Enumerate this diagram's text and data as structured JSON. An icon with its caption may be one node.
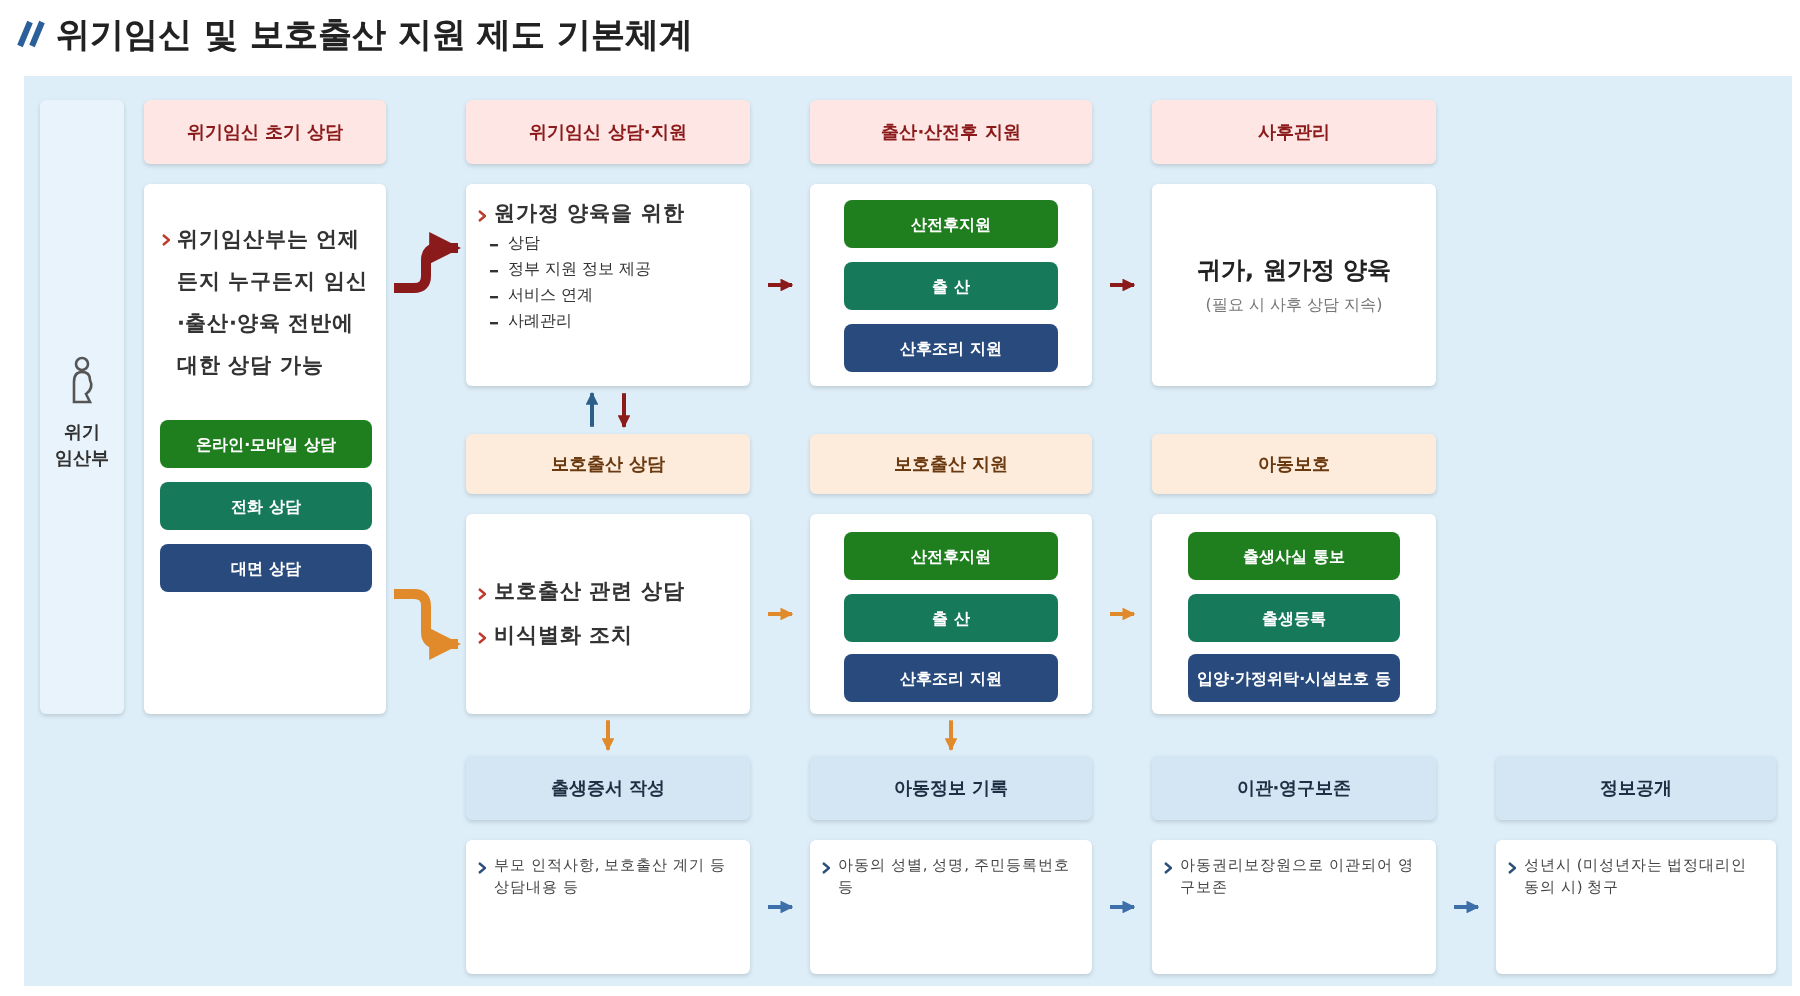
{
  "diagram": {
    "title": "위기임신 및 보호출산 지원 제도 기본체계",
    "nodes": [
      {
        "text": [
          "위기 임산부"
        ]
      },
      {
        "text": [
          "위기임신 초기 상담"
        ]
      },
      {
        "text": [
          "위기임산부는 언제든지 누구든지 임신·출산·양육 전반에 대한 상담 가능"
        ]
      },
      {
        "text": [
          "온라인·모바일 상담"
        ],
        "in": 2
      },
      {
        "text": [
          "전화 상담"
        ],
        "in": 2
      },
      {
        "text": [
          "대면 상담"
        ],
        "in": 2
      },
      {
        "text": [
          "위기임신 상담·지원"
        ]
      },
      {
        "text": [
          "원가정 양육을 위한",
          "상담",
          "정부 지원 정보 제공",
          "서비스 연계",
          "사례관리"
        ]
      },
      {
        "text": [
          "출산·산전후 지원"
        ]
      },
      {
        "text": [],
        "shape": "box"
      },
      {
        "text": [
          "산전후지원"
        ],
        "in": 9
      },
      {
        "text": [
          "출 산"
        ],
        "in": 9
      },
      {
        "text": [
          "산후조리 지원"
        ],
        "in": 9
      },
      {
        "text": [
          "사후관리"
        ]
      },
      {
        "text": [
          "귀가, 원가정 양육",
          "(필요 시 사후 상담 지속)"
        ]
      },
      {
        "text": [
          "보호출산 상담"
        ]
      },
      {
        "text": [
          "보호출산 관련 상담",
          "비식별화 조치"
        ]
      },
      {
        "text": [
          "보호출산 지원"
        ]
      },
      {
        "text": [],
        "shape": "box"
      },
      {
        "text": [
          "산전후지원"
        ],
        "in": 18
      },
      {
        "text": [
          "출 산"
        ],
        "in": 18
      },
      {
        "text": [
          "산후조리 지원"
        ],
        "in": 18
      },
      {
        "text": [
          "아동보호"
        ]
      },
      {
        "text": [],
        "shape": "box"
      },
      {
        "text": [
          "출생사실 통보"
        ],
        "in": 23
      },
      {
        "text": [
          "출생등록"
        ],
        "in": 23
      },
      {
        "text": [
          "입양·가정위탁·시설보호 등"
        ],
        "in": 23
      },
      {
        "text": [
          "출생증서 작성"
        ]
      },
      {
        "text": [
          "부모 인적사항, 보호출산 계기 등 상담내용 등"
        ]
      },
      {
        "text": [
          "아동정보 기록"
        ]
      },
      {
        "text": [
          "아동의 성별, 성명, 주민등록번호 등"
        ]
      },
      {
        "text": [
          "이관·영구보존"
        ]
      },
      {
        "text": [
          "아동권리보장원으로 이관되어 영구보존"
        ]
      },
      {
        "text": [
          "정보공개"
        ]
      },
      {
        "text": [
          "성년시 (미성년자는 법정대리인 동의 시) 청구"
        ]
      }
    ],
    "edges": [
      {
        "from": 2,
        "to": 7,
        "arrow": "to",
        "style": "thick",
        "color": "#8b1a1a"
      },
      {
        "from": 7,
        "to": 9,
        "arrow": "to",
        "color": "#8b1a1a"
      },
      {
        "from": 9,
        "to": 14,
        "arrow": "to",
        "color": "#8b1a1a"
      },
      {
        "from": 15,
        "to": 7,
        "arrow": "to",
        "color": "#2b5f8a"
      },
      {
        "from": 7,
        "to": 15,
        "arrow": "to",
        "color": "#8b1a1a"
      },
      {
        "from": 2,
        "to": 16,
        "arrow": "to",
        "style": "thick",
        "color": "#e08a2c"
      },
      {
        "from": 16,
        "to": 18,
        "arrow": "to",
        "color": "#e08a2c"
      },
      {
        "from": 18,
        "to": 23,
        "arrow": "to",
        "color": "#e08a2c"
      },
      {
        "from": 16,
        "to": 27,
        "arrow": "to",
        "color": "#e08a2c"
      },
      {
        "from": 18,
        "to": 29,
        "arrow": "to",
        "color": "#e08a2c"
      },
      {
        "from": 28,
        "to": 30,
        "arrow": "to",
        "color": "#3d6fa8"
      },
      {
        "from": 30,
        "to": 32,
        "arrow": "to",
        "color": "#3d6fa8"
      },
      {
        "from": 32,
        "to": 34,
        "arrow": "to",
        "color": "#3d6fa8"
      }
    ]
  }
}
